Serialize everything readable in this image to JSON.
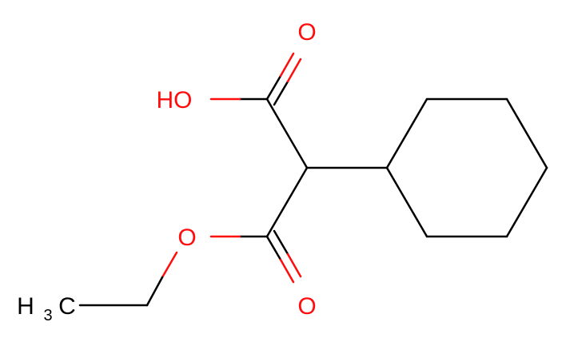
{
  "molecule": {
    "atoms": {
      "hydroxyl": "HO",
      "carbonyl_top": "O",
      "ester_oxygen": "O",
      "carbonyl_bottom": "O",
      "methyl_H": "H",
      "methyl_sub": "3",
      "methyl_C": "C"
    },
    "colors": {
      "bond": "#000000",
      "oxygen": "#ff0d0d",
      "carbon": "#000000"
    }
  }
}
